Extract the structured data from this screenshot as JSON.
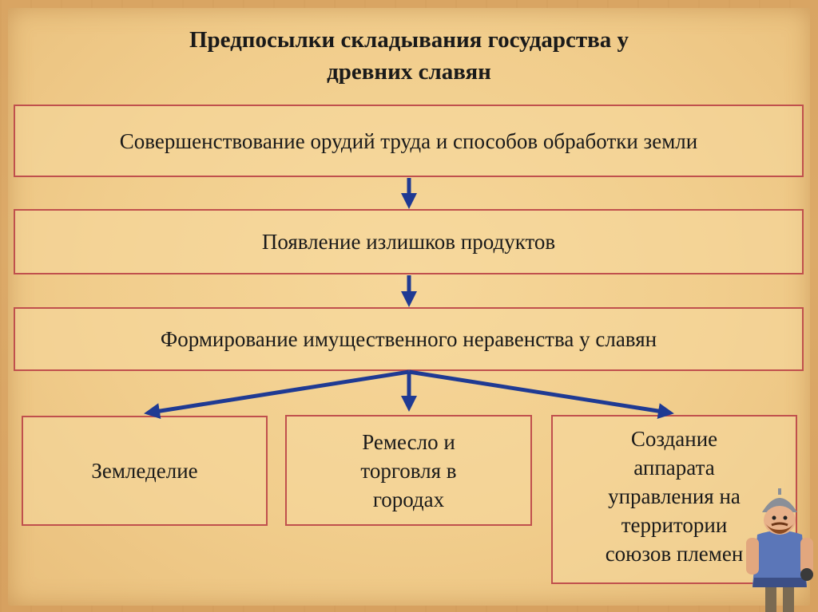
{
  "title": {
    "line1": "Предпосылки складывания государства у",
    "line2": "древних славян"
  },
  "flow": {
    "step1": "Совершенствование орудий труда и способов обработки земли",
    "step2": "Появление излишков продуктов",
    "step3": "Формирование имущественного неравенства у славян"
  },
  "outcomes": [
    {
      "lines": [
        "Земледелие"
      ]
    },
    {
      "lines": [
        "Ремесло и",
        "торговля в",
        "городах"
      ]
    },
    {
      "lines": [
        "Создание",
        "аппарата",
        "управления на",
        "территории",
        "союзов племен"
      ]
    }
  ],
  "colors": {
    "box_border": "#c0504d",
    "arrow": "#1f3a93"
  },
  "decoration": {
    "character": "bogatyr-cartoon-figure"
  }
}
